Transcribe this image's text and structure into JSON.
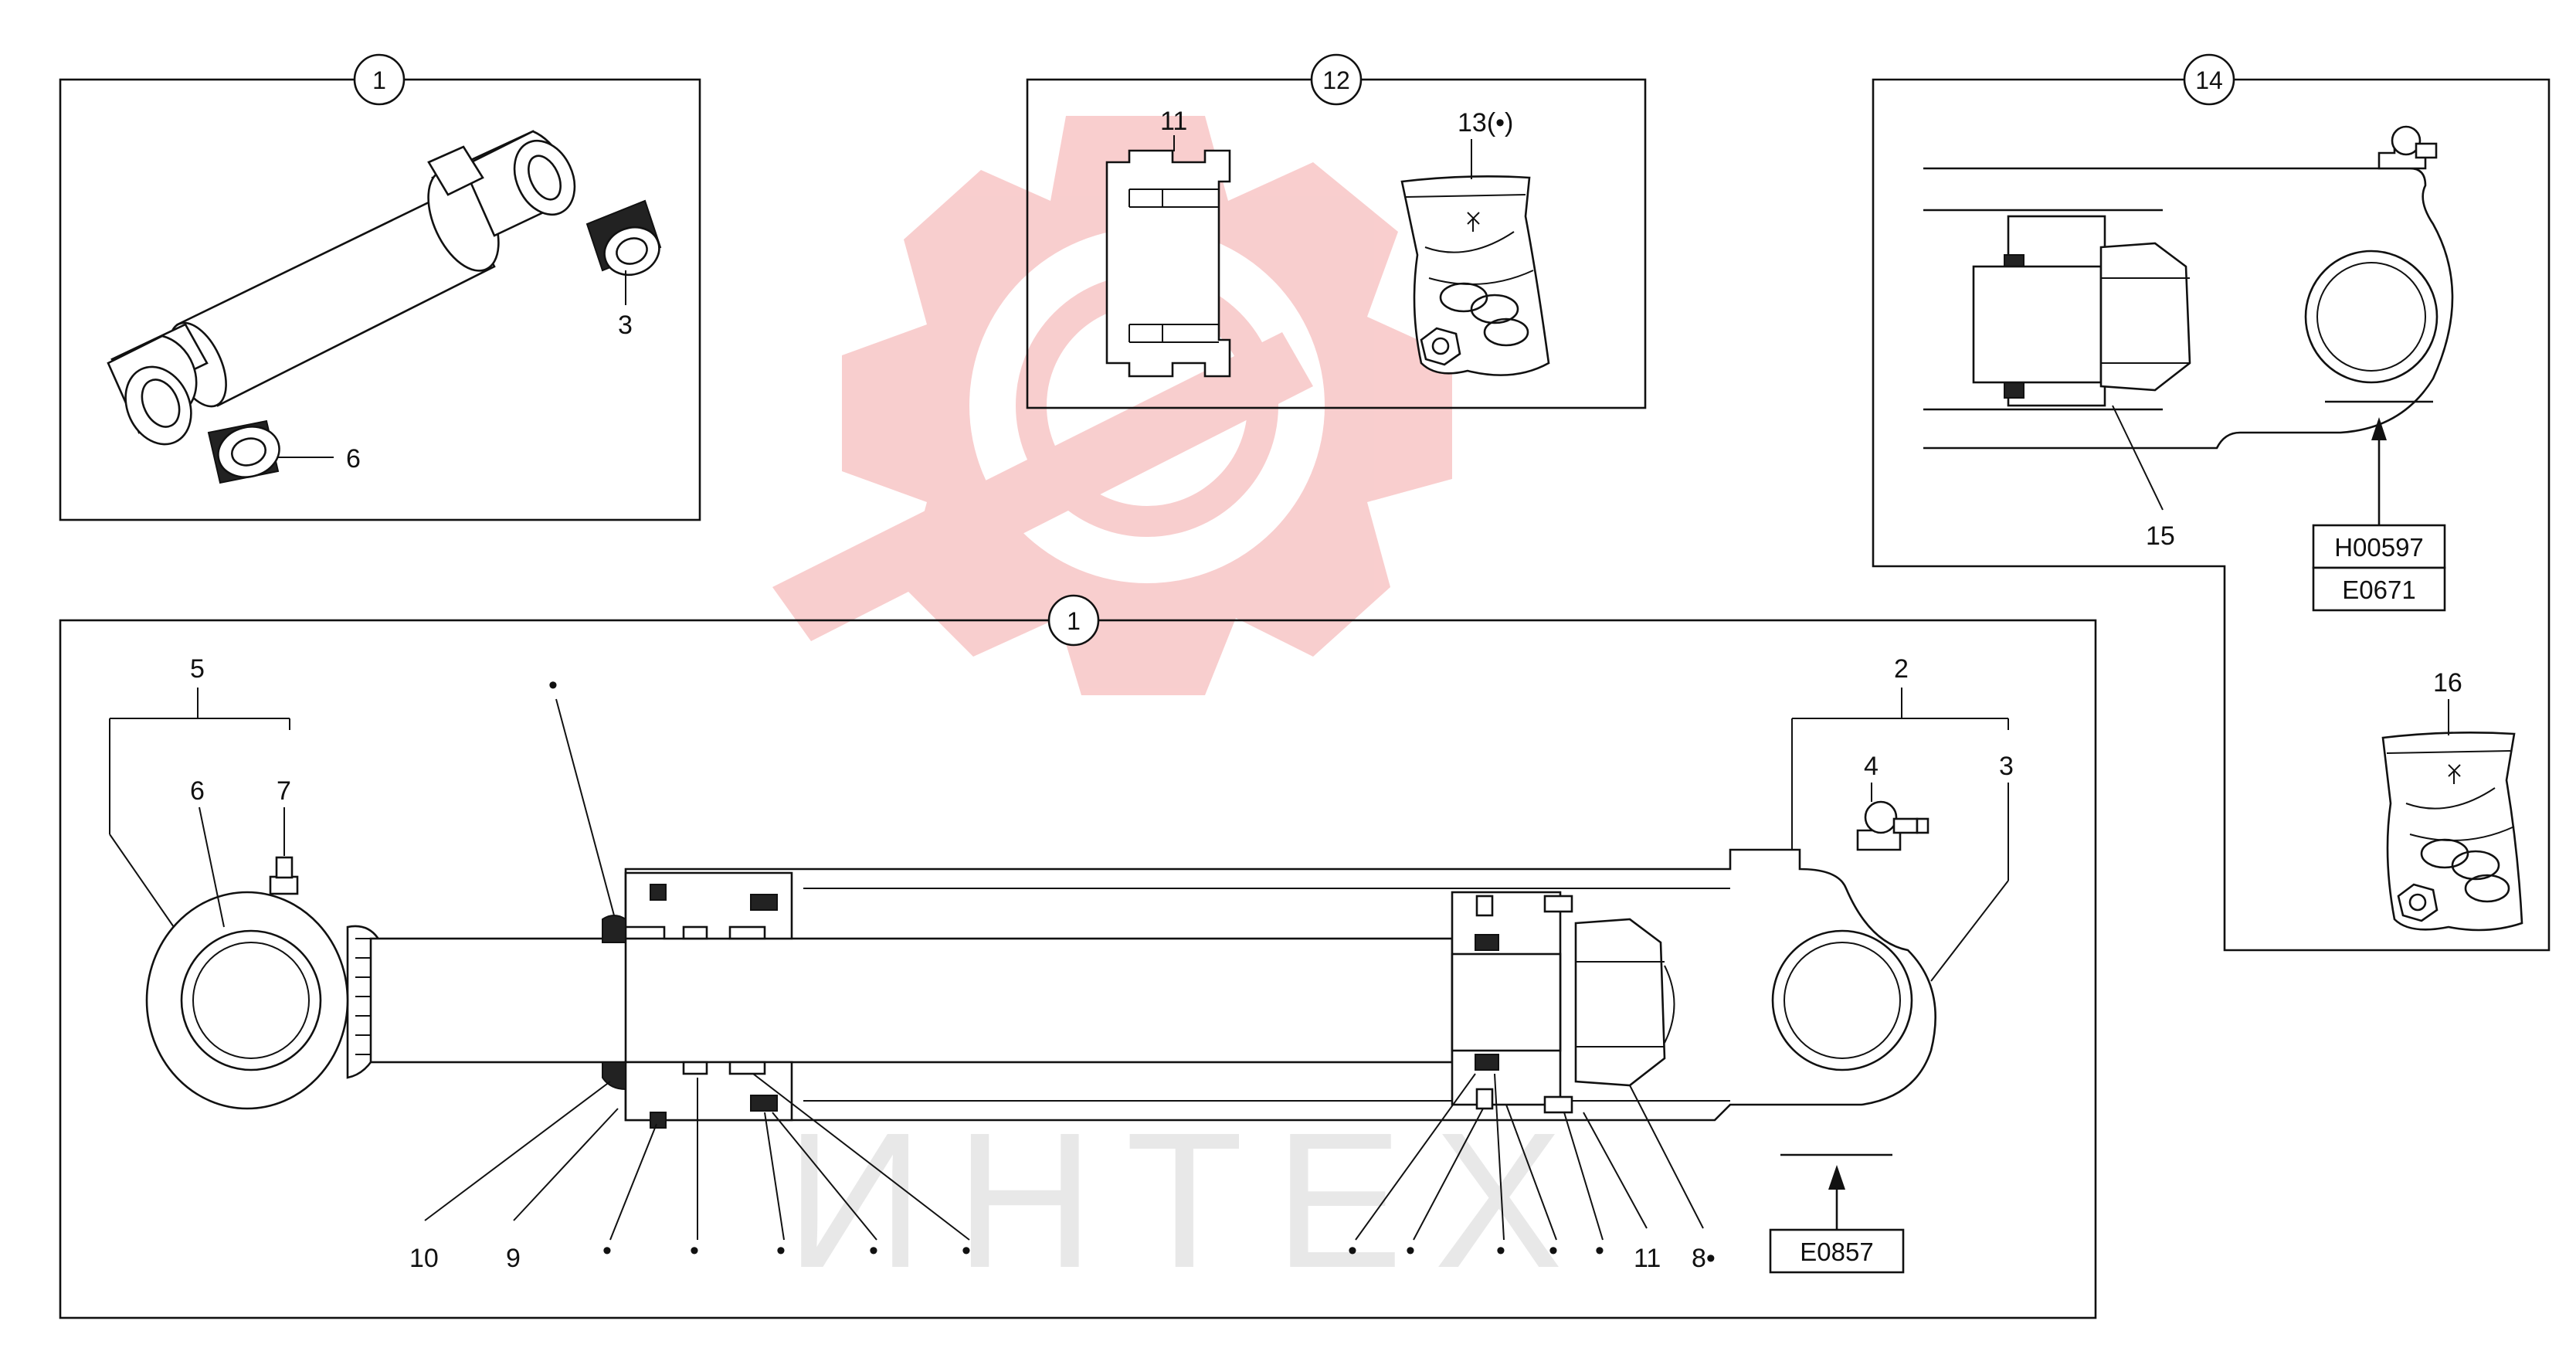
{
  "groups": {
    "top_left": "1",
    "top_middle": "12",
    "top_right": "14",
    "main": "1"
  },
  "top_left_labels": {
    "bushing_a": "3",
    "bushing_b": "6"
  },
  "top_middle_labels": {
    "piston": "11",
    "seal_kit": "13(•)"
  },
  "top_right_labels": {
    "part": "15",
    "seal_kit": "16"
  },
  "codes": {
    "code_a": "H00597",
    "code_b": "E0671",
    "code_c": "E0857"
  },
  "main_labels": {
    "l5": "5",
    "l6": "6",
    "l7": "7",
    "l2": "2",
    "l4": "4",
    "l3": "3",
    "l10": "10",
    "l9": "9",
    "l11": "11",
    "l8": "8•",
    "bullet": "•"
  },
  "watermark": {
    "text": "ИНТЕХ",
    "color": "#f4a3a3"
  },
  "colors": {
    "line": "#111111",
    "background": "#ffffff"
  }
}
